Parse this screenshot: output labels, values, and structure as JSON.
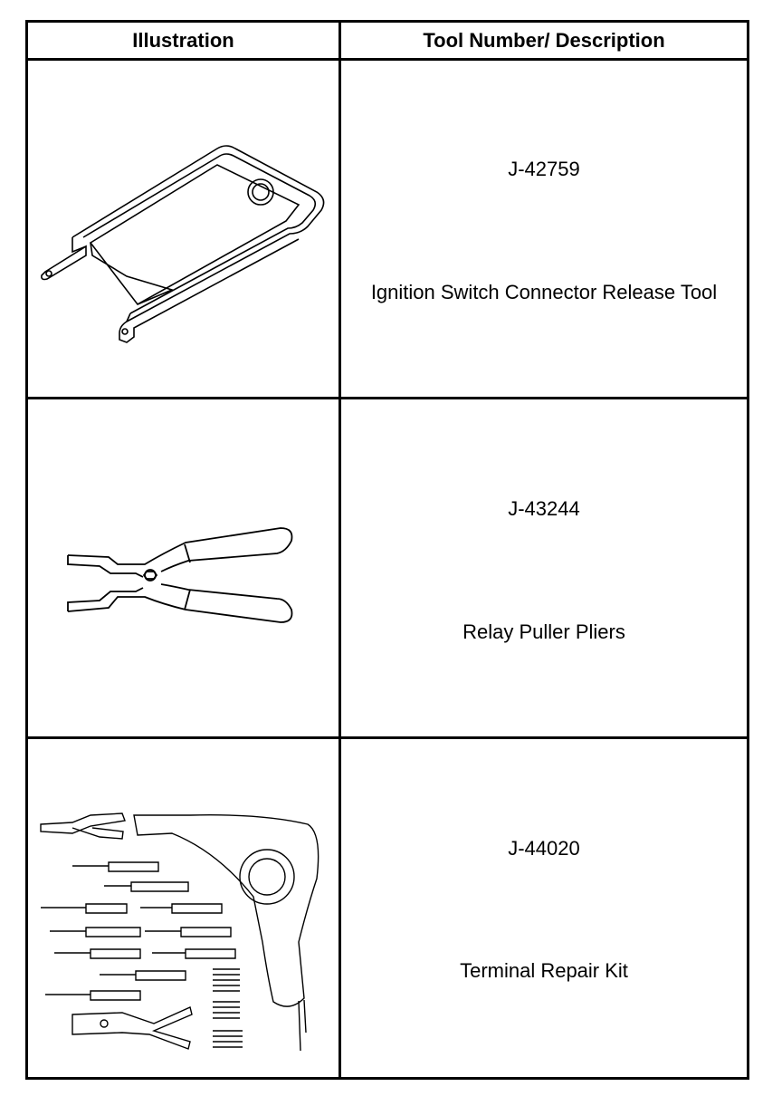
{
  "table": {
    "headers": {
      "illustration": "Illustration",
      "description": "Tool Number/ Description"
    },
    "rows": [
      {
        "tool_number": "J-42759",
        "description": "Ignition Switch Connector Release Tool",
        "illustration_icon": "connector-release-tool-icon"
      },
      {
        "tool_number": "J-43244",
        "description": "Relay Puller Pliers",
        "illustration_icon": "relay-puller-pliers-icon"
      },
      {
        "tool_number": "J-44020",
        "description": "Terminal Repair Kit",
        "illustration_icon": "terminal-repair-kit-icon"
      }
    ]
  }
}
